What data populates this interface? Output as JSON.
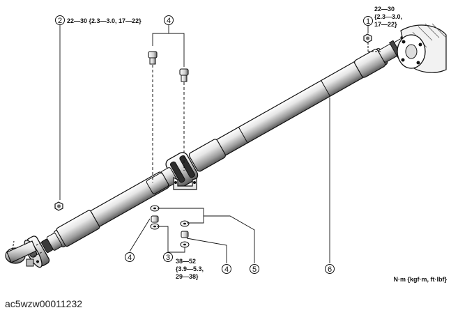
{
  "callouts": [
    {
      "number": "1"
    },
    {
      "number": "2"
    },
    {
      "number": "3"
    },
    {
      "number": "4"
    },
    {
      "number": "4"
    },
    {
      "number": "4"
    },
    {
      "number": "5"
    },
    {
      "number": "6"
    }
  ],
  "torque_1": {
    "line1": "22—30",
    "line2": "{2.3—3.0,",
    "line3": "17—22}"
  },
  "torque_2": {
    "text": "22—30 {2.3—3.0, 17—22}"
  },
  "torque_3": {
    "line1": "38—52",
    "line2": "{3.9—5.3,",
    "line3": "29—38}"
  },
  "unit_note": "N·m {kgf·m, ft·lbf}",
  "figure_code": "ac5wzw00011232"
}
